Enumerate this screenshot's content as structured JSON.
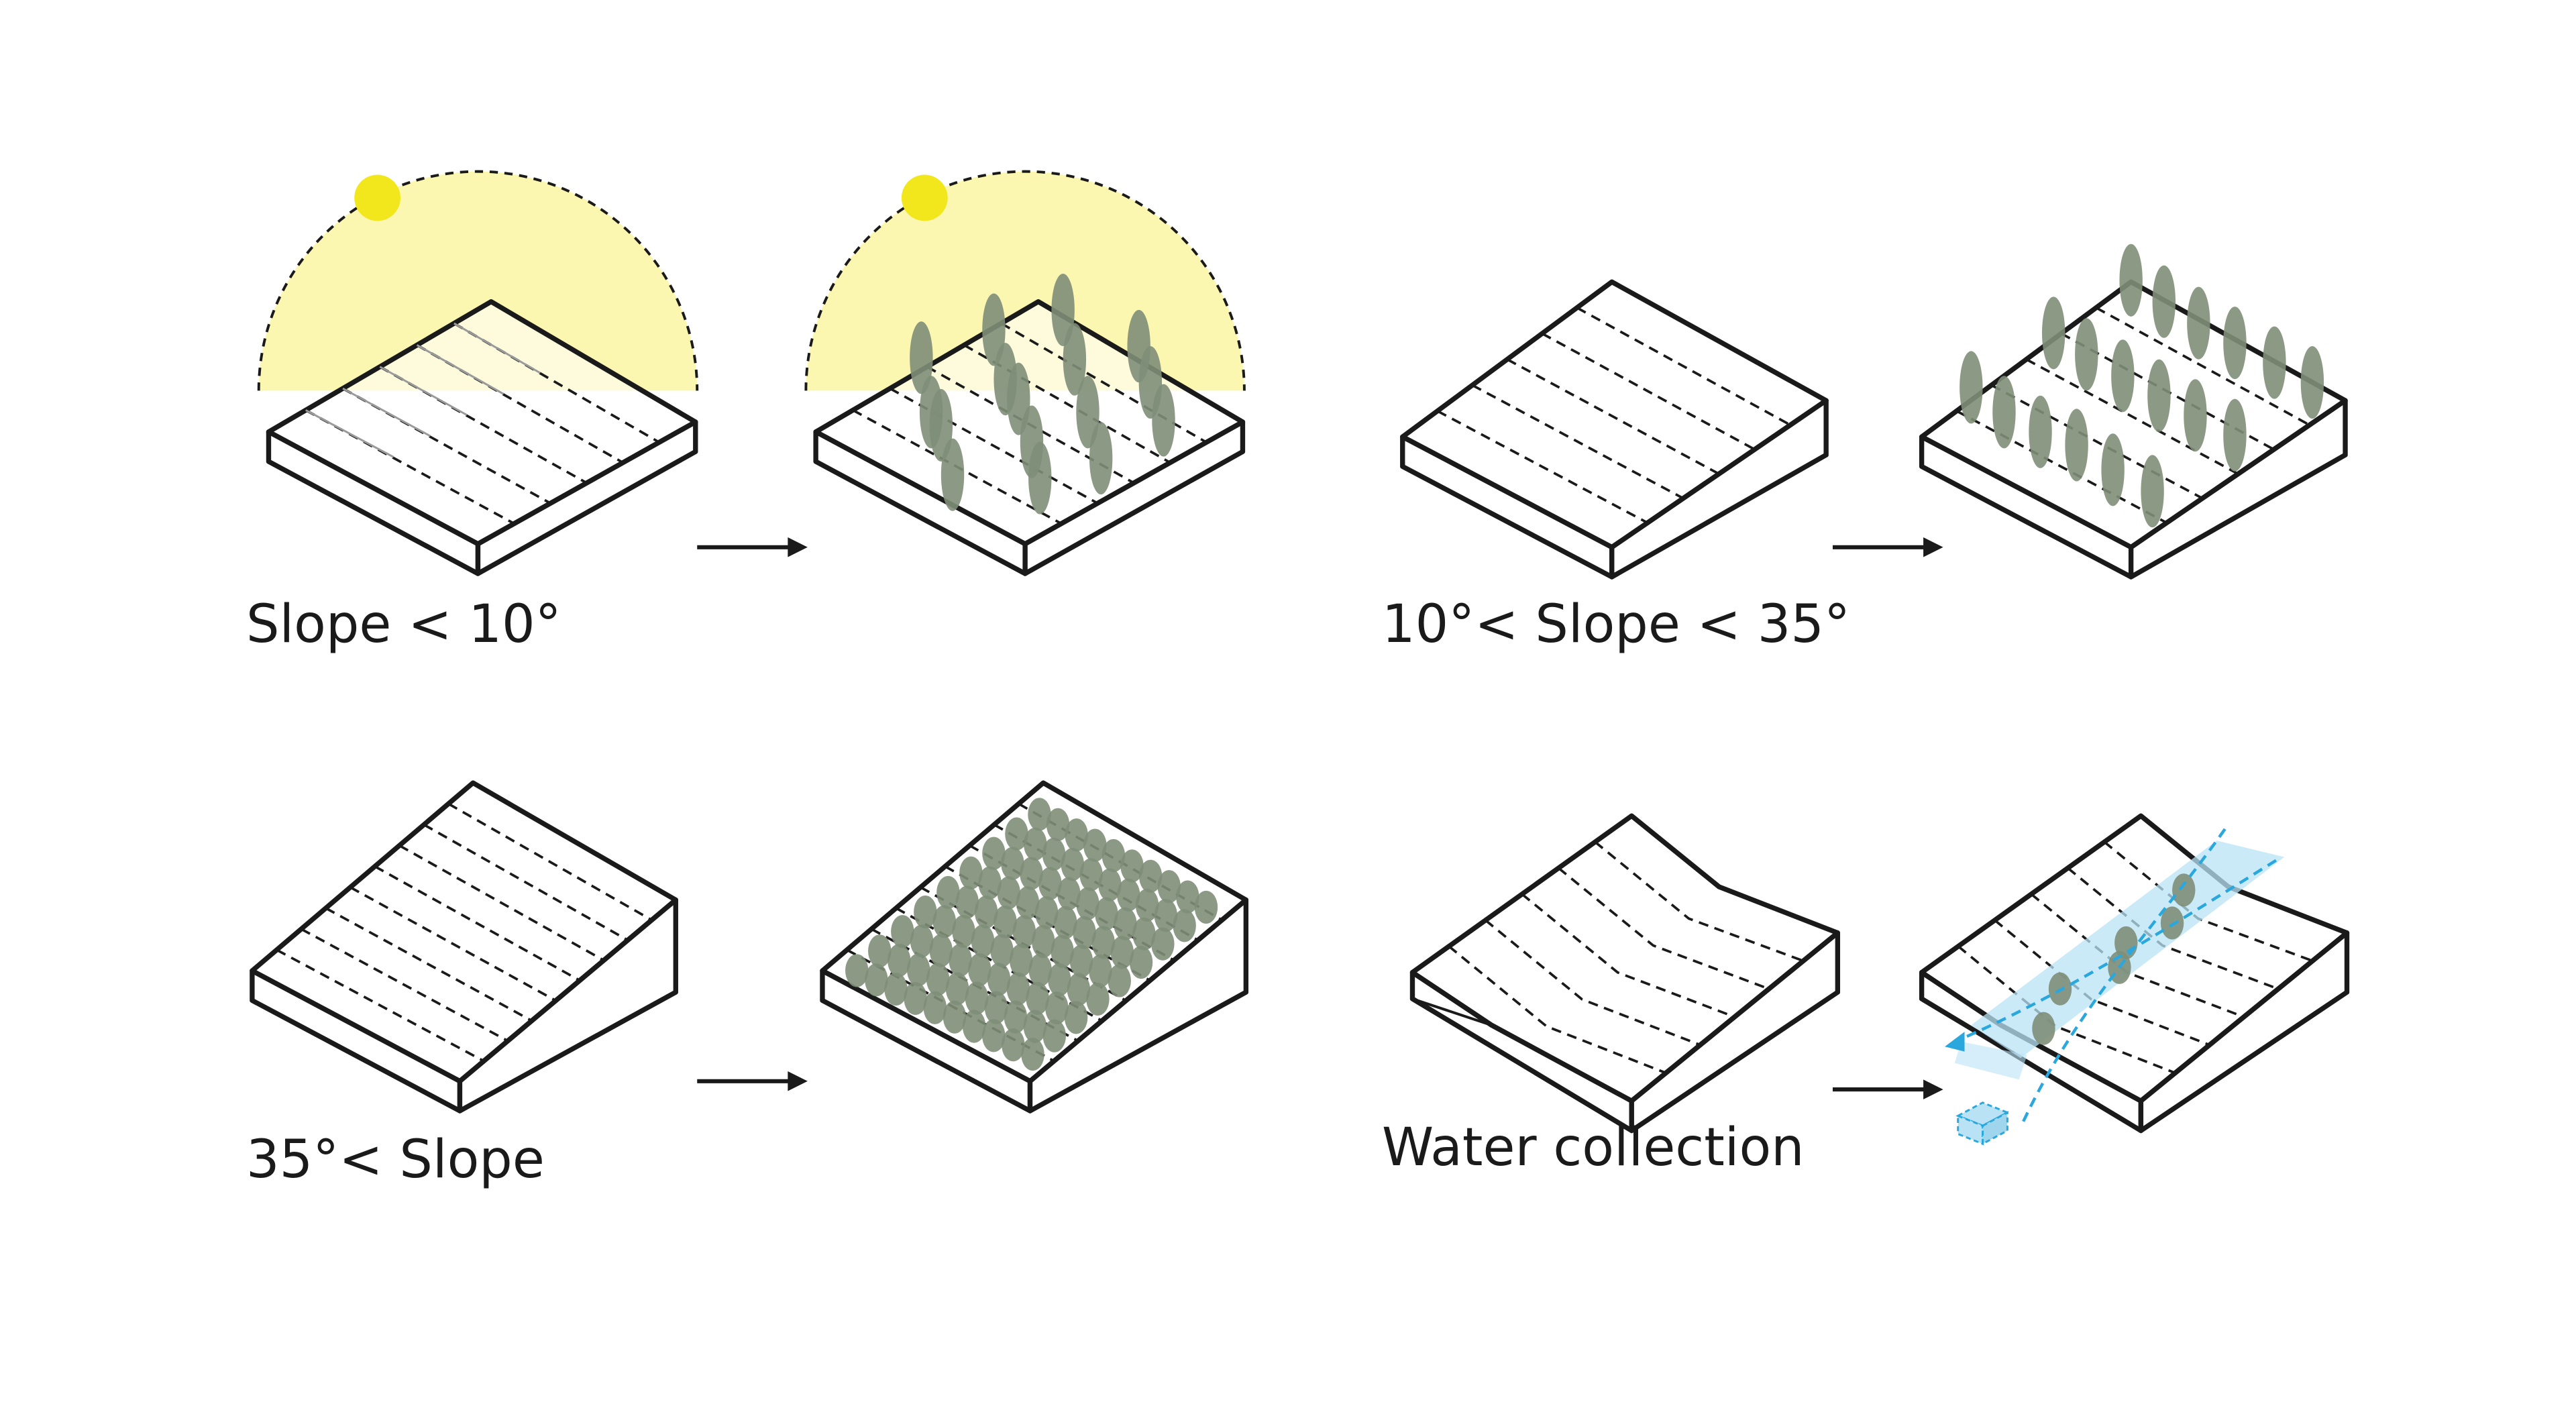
{
  "captions": {
    "panel_1": "Slope < 10°",
    "panel_2": "10°< Slope < 35°",
    "panel_3": "35°< Slope",
    "panel_4": "Water collection"
  },
  "colors": {
    "sun_halo": "#fbf6b0",
    "sun": "#f2e61c",
    "tree": "#7e8e78",
    "line": "#1a1a1a",
    "water": "#b9e3f5",
    "water_accent": "#2aa7dd"
  },
  "icons": [
    "sun-icon",
    "arrow-right-icon",
    "tree-icon",
    "water-tank-icon"
  ]
}
